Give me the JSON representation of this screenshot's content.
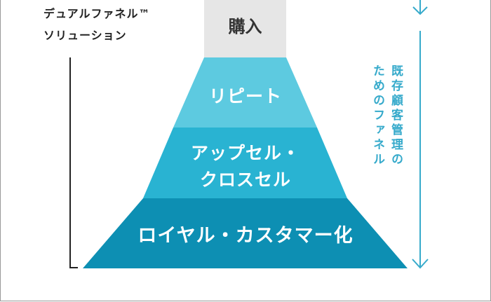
{
  "solution_label": "デュアルファネル™\nソリューション",
  "top_box": {
    "label": "購入",
    "color": "#e6e6e6"
  },
  "tiers": [
    {
      "label": "リピート",
      "color": "#5dcae0"
    },
    {
      "label": "アップセル・\nクロスセル",
      "color": "#29b3d2"
    },
    {
      "label": "ロイヤル・カスタマー化",
      "color": "#0d8fb3"
    }
  ],
  "side_label": {
    "line1": "既存顧客管理の",
    "line2": "ためのファネル"
  },
  "colors": {
    "arrow": "#36aacb",
    "bracket": "#222222"
  },
  "icons": [
    "arrow-down-icon",
    "arrow-down-long-icon"
  ]
}
